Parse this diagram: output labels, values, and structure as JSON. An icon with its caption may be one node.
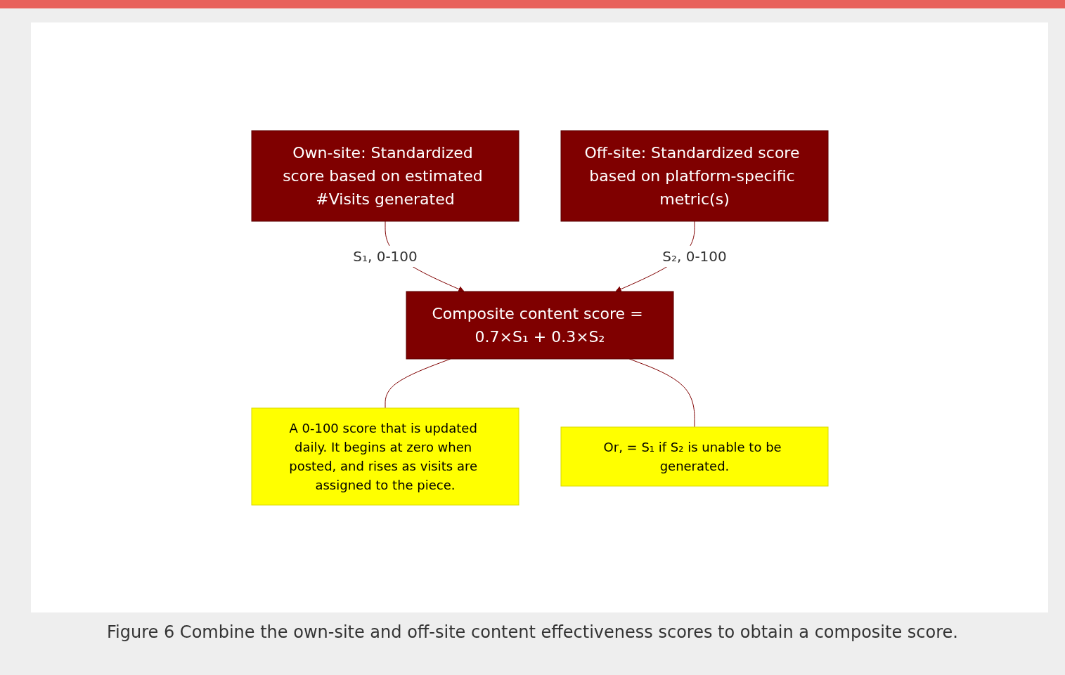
{
  "diagram": {
    "caption": "Figure 6 Combine the own-site and off-site content effectiveness scores to obtain a composite score.",
    "nodes": [
      {
        "text": [
          "Own-site: Standardized score based on estimated #Visits generated"
        ]
      },
      {
        "text": [
          "Off-site: Standardized score based on platform-specific metric(s)"
        ]
      },
      {
        "text": [
          "Composite content score = 0.7×S₁ + 0.3×S₂"
        ]
      },
      {
        "text": [
          "A 0-100 score that is updated daily. It begins at zero when posted, and rises as visits are assigned to the piece."
        ]
      },
      {
        "text": [
          "Or, = S₁ if S₂ is unable to be generated."
        ]
      }
    ],
    "edges": [
      {
        "from": 0,
        "to": 2,
        "arrow": "to",
        "label": "S₁, 0-100"
      },
      {
        "from": 1,
        "to": 2,
        "arrow": "to",
        "label": "S₂, 0-100"
      },
      {
        "from": 3,
        "to": 2,
        "arrow": "none"
      },
      {
        "from": 4,
        "to": 2,
        "arrow": "none"
      }
    ]
  }
}
